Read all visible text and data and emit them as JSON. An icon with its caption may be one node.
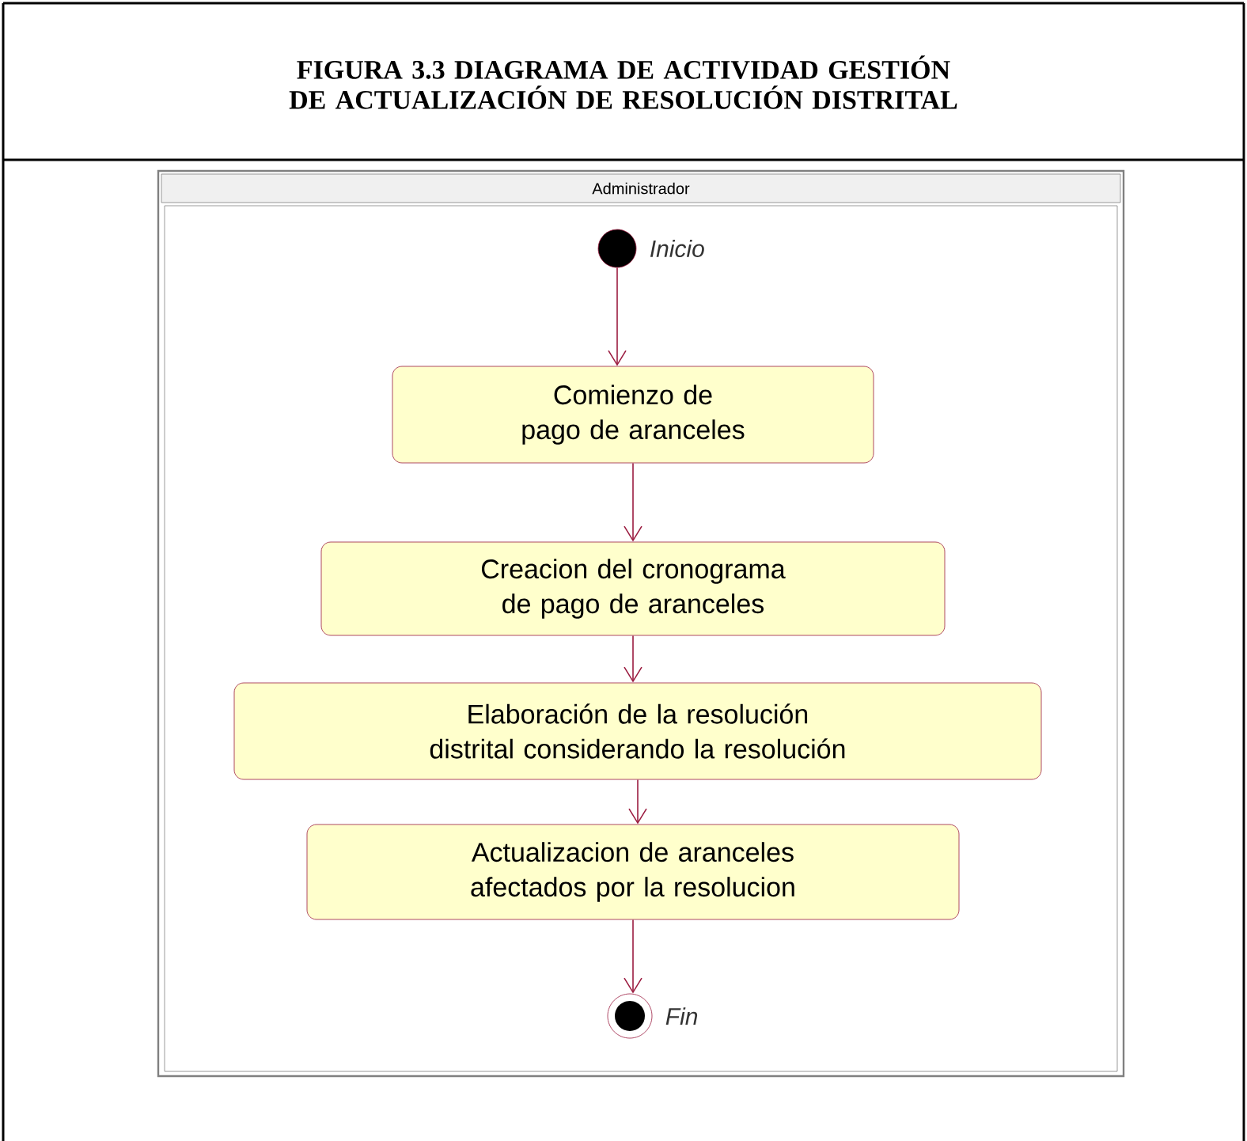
{
  "diagram": {
    "title": "FIGURA 3.3 DIAGRAMA DE ACTIVIDAD GESTIÓN DE ACTUALIZACIÓN DE RESOLUCIÓN DISTRITAL",
    "nodes": [
      {
        "text": [
          "Administrador"
        ]
      },
      {
        "text": [],
        "shape": "circle",
        "beside": [
          "Inicio"
        ],
        "in": 0
      },
      {
        "text": [
          "Comienzo de pago de aranceles"
        ],
        "in": 0
      },
      {
        "text": [
          "Creacion del cronograma de pago de aranceles"
        ],
        "in": 0
      },
      {
        "text": [
          "Elaboración de la resolución distrital considerando la resolución"
        ],
        "in": 0
      },
      {
        "text": [
          "Actualizacion de aranceles afectados por la resolucion"
        ],
        "in": 0
      },
      {
        "text": [],
        "shape": "final-circle",
        "beside": [
          "Fin"
        ],
        "in": 0
      }
    ],
    "edges": [
      {
        "from": 1,
        "to": 2,
        "arrow": "to"
      },
      {
        "from": 2,
        "to": 3,
        "arrow": "to"
      },
      {
        "from": 3,
        "to": 4,
        "arrow": "to"
      },
      {
        "from": 4,
        "to": 5,
        "arrow": "to"
      },
      {
        "from": 5,
        "to": 6,
        "arrow": "to"
      }
    ]
  }
}
